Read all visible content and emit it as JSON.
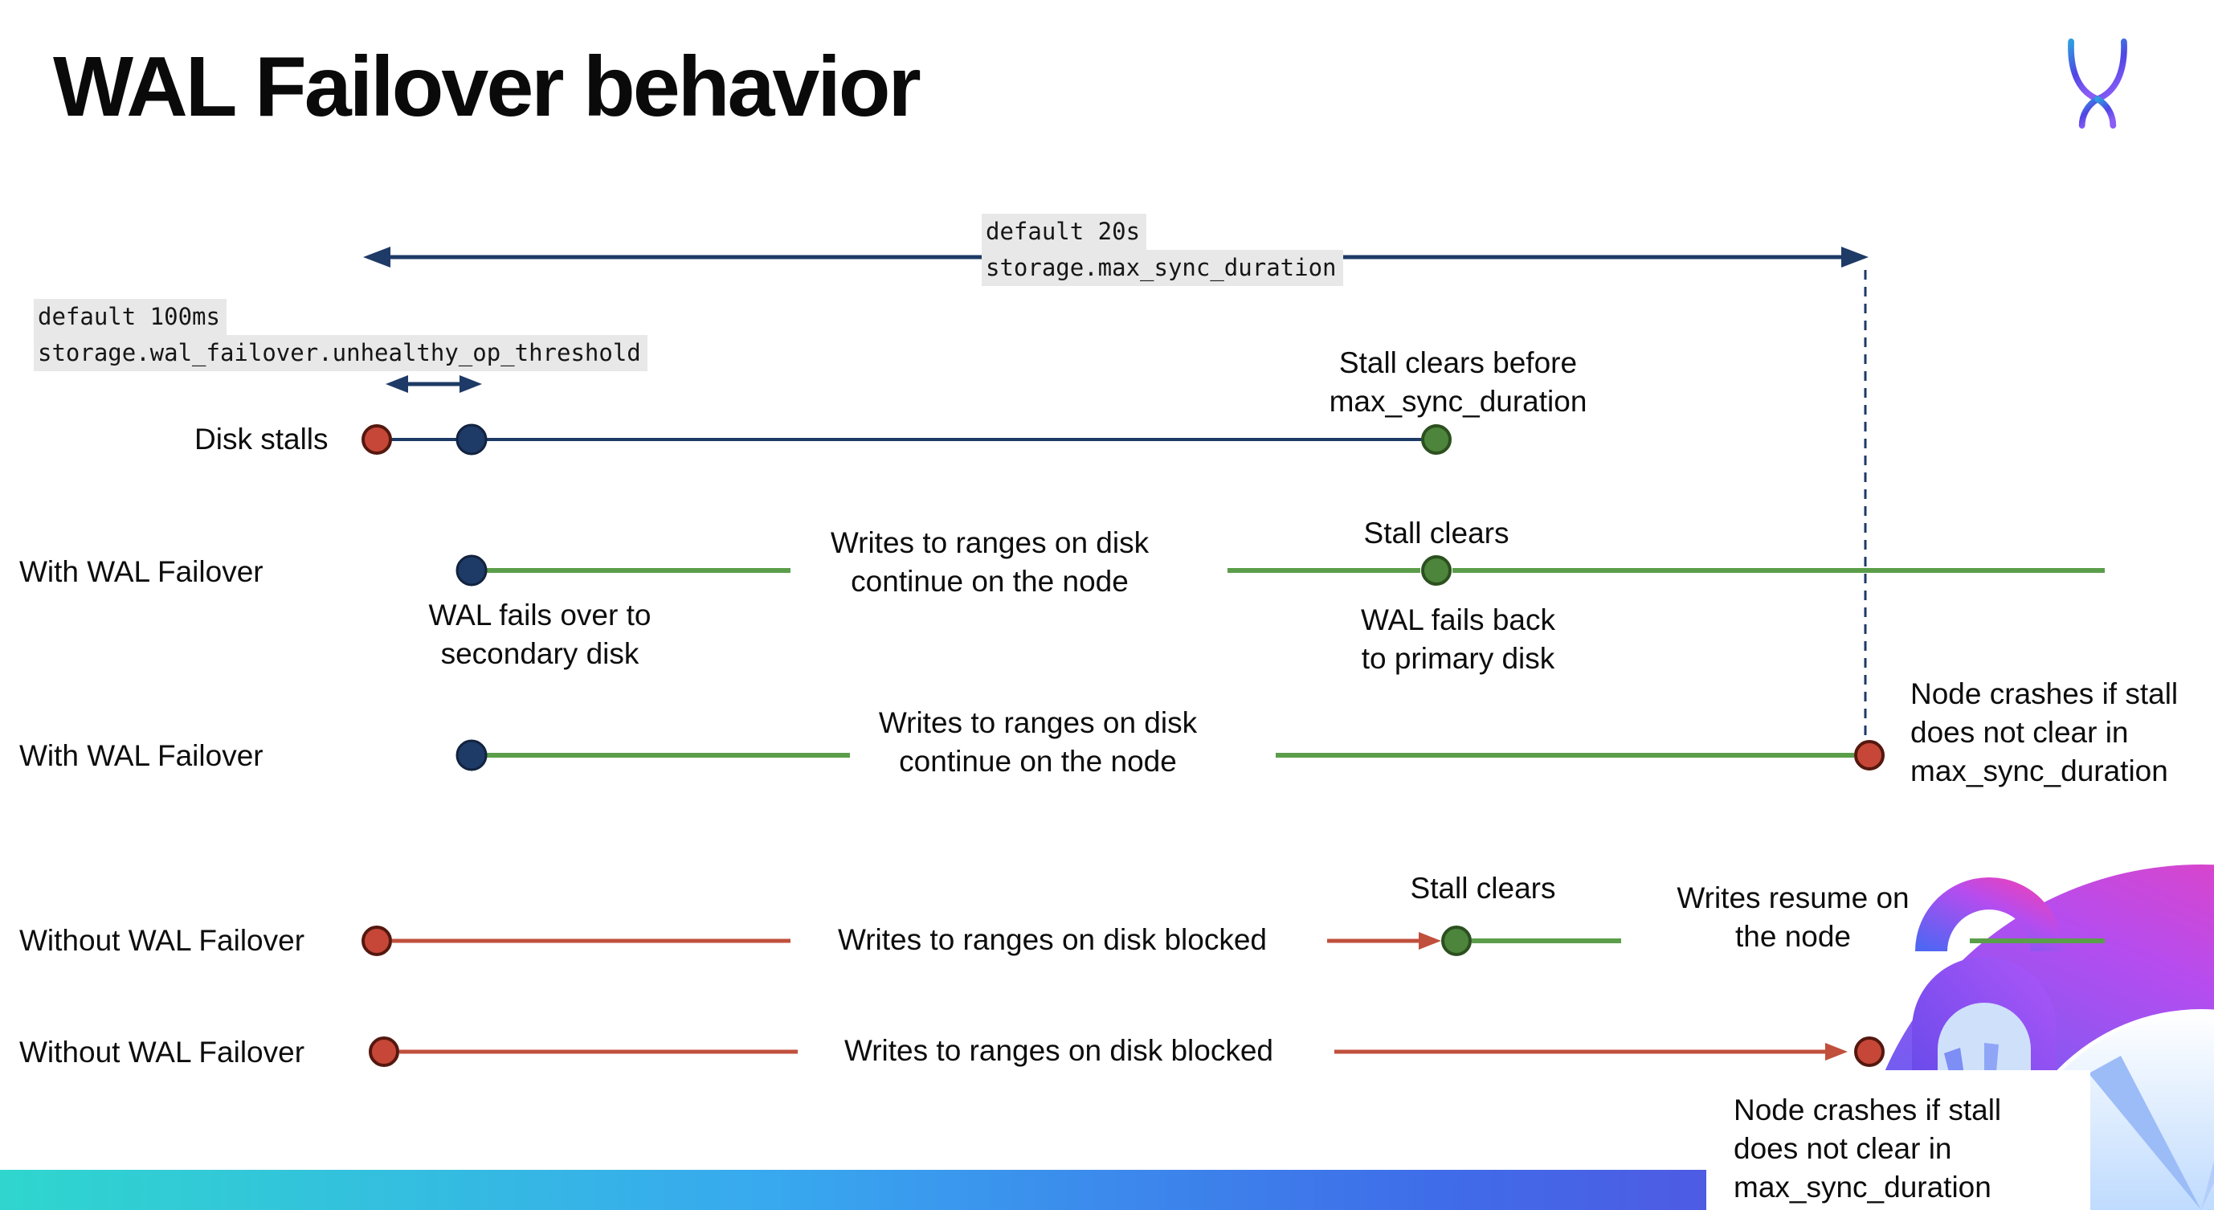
{
  "title": "WAL Failover behavior",
  "logo_name": "cockroachdb-logo",
  "callouts": {
    "max_sync": {
      "default_value": "default 20s",
      "setting": "storage.max_sync_duration"
    },
    "unhealthy_op": {
      "default_value": "default 100ms",
      "setting": "storage.wal_failover.unhealthy_op_threshold"
    }
  },
  "rows": {
    "disk_stalls": {
      "label": "Disk stalls"
    },
    "failover_clears": {
      "label": "With WAL Failover"
    },
    "failover_crash": {
      "label": "With WAL Failover"
    },
    "no_failover_clears": {
      "label": "Without WAL Failover"
    },
    "no_failover_crash": {
      "label": "Without WAL Failover"
    }
  },
  "notes": {
    "stall_clears_before": "Stall clears before\nmax_sync_duration",
    "writes_continue_1": "Writes to ranges on disk\ncontinue on the node",
    "stall_clears_1": "Stall clears",
    "fails_over": "WAL fails over to\nsecondary disk",
    "fails_back": "WAL fails  back\nto primary disk",
    "writes_continue_2": "Writes to ranges on disk\ncontinue on the node",
    "crash_1": "Node crashes if stall\ndoes not clear in\nmax_sync_duration",
    "writes_blocked_1": "Writes to ranges on disk  blocked",
    "stall_clears_2": "Stall clears",
    "writes_resume": "Writes resume on\nthe node",
    "writes_blocked_2": "Writes to ranges on disk  blocked",
    "crash_2": "Node crashes if stall\ndoes not clear in\nmax_sync_duration"
  },
  "colors": {
    "navy": "#1e3a66",
    "red_line": "#c0503c",
    "red_dot": "#c64737",
    "green_line": "#5b9e4a",
    "green_dot": "#4c853b",
    "callout_bg": "#e8e8e8",
    "footer_gradient": [
      "#2fd6ce",
      "#38a8ef",
      "#3f6ce9",
      "#6a3bd8"
    ],
    "art_pink": "#ff3da6",
    "art_purple": "#a855f7",
    "art_blue": "#4f46e5"
  }
}
